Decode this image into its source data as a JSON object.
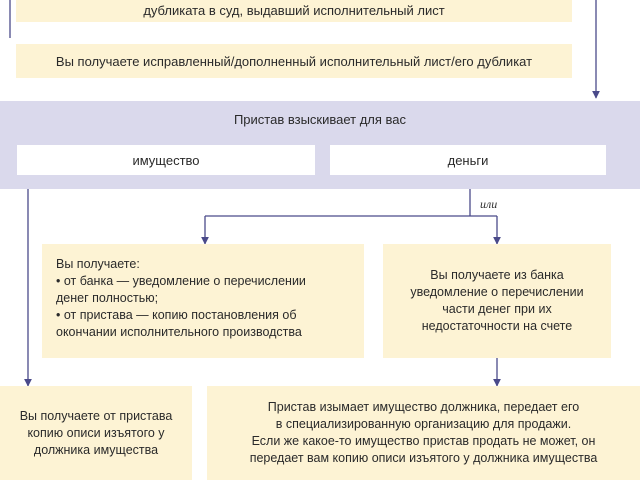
{
  "top": {
    "cut_text": "дубликата в суд, выдавший исполнительный лист",
    "received": "Вы получаете исправленный/дополненный исполнительный лист/его дубликат"
  },
  "band": {
    "title": "Пристав взыскивает для вас",
    "property": "имущество",
    "money": "деньги"
  },
  "or_label": "или",
  "full_payment": {
    "heading": "Вы получаете:",
    "lines": [
      "• от банка — уведомление о перечислении",
      "денег полностью;",
      "• от пристава — копию постановления об",
      "окончании исполнительного производства"
    ]
  },
  "partial_payment": {
    "lines": [
      "Вы получаете из банка",
      "уведомление о перечислении",
      "части денег при их",
      "недостаточности на счете"
    ]
  },
  "seized_inventory": {
    "lines": [
      "Вы получаете от пристава",
      "копию описи изъятого у",
      "должника имущества"
    ]
  },
  "seizure_sale": {
    "lines": [
      "Пристав изымает имущество должника, передает его",
      "в специализированную организацию для продажи.",
      "Если же какое-то имущество пристав продать не может, он",
      "передает вам копию описи изъятого у должника имущества"
    ]
  },
  "colors": {
    "box_fill": "#fdf3d4",
    "band_fill": "#dad9ec",
    "arrow": "#4a4a8a"
  }
}
